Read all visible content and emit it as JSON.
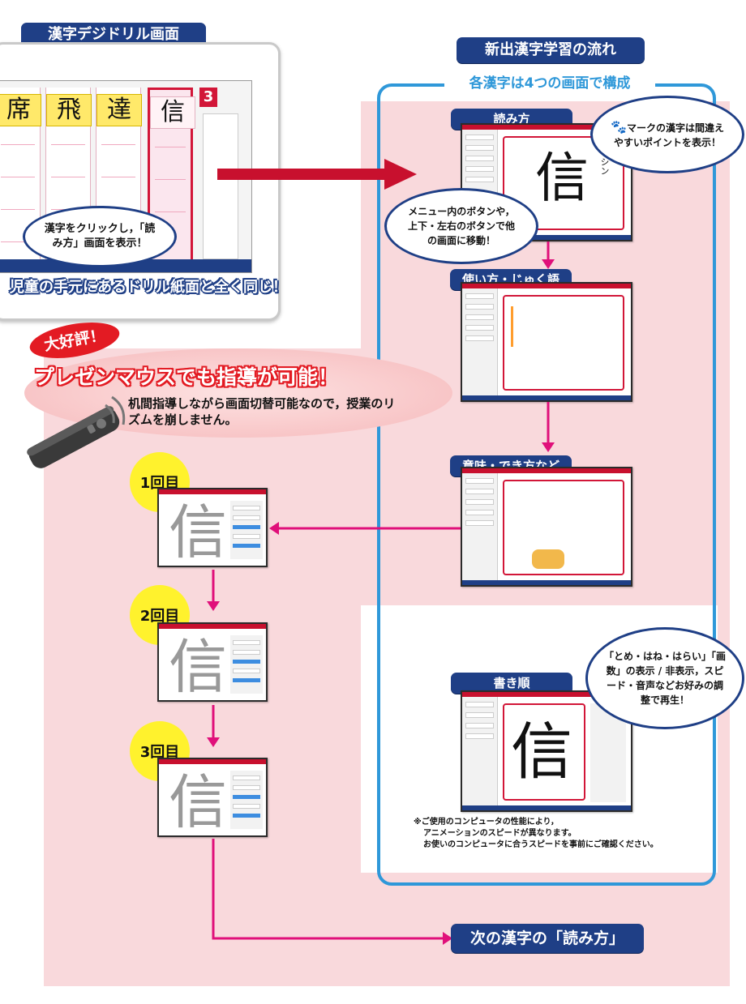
{
  "header": {
    "drill_screen_label": "漢字デジドリル画面",
    "flow_label": "新出漢字学習の流れ",
    "composition_label": "各漢字は4つの画面で構成"
  },
  "tablet": {
    "kanji_columns": [
      "席",
      "飛",
      "達",
      "信"
    ],
    "lesson_number": "3",
    "bubble_text": "漢字をクリックし，「読み方」画面を表示！",
    "caption": "児童の手元にあるドリル紙面と全く同じ！"
  },
  "promo": {
    "badge": "大好評！",
    "headline": "プレゼンマウスでも指導が可能！",
    "description": "机間指導しながら画面切替可能なので，授業のリズムを崩しません。"
  },
  "screens": {
    "reading": {
      "label": "読み方",
      "kanji": "信",
      "reading": "シン",
      "bubble_mark": "マークの漢字は間違えやすいポイントを表示！",
      "bubble_menu": "メニュー内のボタンや，上下・左右のボタンで他の画面に移動！"
    },
    "usage": {
      "label": "使い方・じゅく語"
    },
    "meaning": {
      "label": "意味・でき方など"
    },
    "stroke": {
      "label": "書き順",
      "kanji": "信",
      "bubble": "「とめ・はね・はらい」「画数」の表示 / 非表示，スピード・音声などお好みの調整で再生！"
    }
  },
  "practice": {
    "rounds": [
      "1回目",
      "2回目",
      "3回目"
    ],
    "kanji": "信"
  },
  "note_lines": [
    "※ご使用のコンピュータの性能により，",
    "アニメーションのスピードが異なります。",
    "お使いのコンピュータに合うスピードを事前にご確認ください。"
  ],
  "next_label": "次の漢字の「読み方」",
  "colors": {
    "navy": "#1f3f86",
    "pink_bg": "#f9d9dc",
    "magenta": "#e0107a",
    "flow_border": "#2f98d9",
    "red_arrow": "#c8102e",
    "yellow": "#fff22d"
  }
}
